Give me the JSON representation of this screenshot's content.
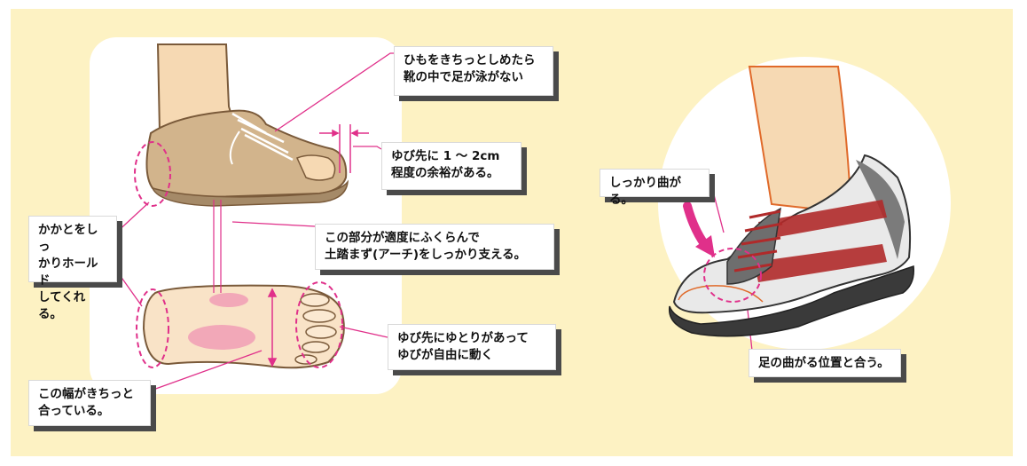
{
  "colors": {
    "background": "#fdf2c3",
    "callout_border": "#d9d9d9",
    "callout_shadow": "#4a4a4a",
    "leader_line": "#e0308a",
    "dashed_circle": "#e0308a",
    "shoe_fill": "#d2b48c",
    "stripe_red": "#b02a2a"
  },
  "callouts": {
    "lace": "ひもをきちっとしめたら\n靴の中で足が泳がない",
    "toe_space": "ゆび先に 1 ～ 2cm\n程度の余裕がある。",
    "heel": "かかとをしっ\nかりホールド\nしてくれる。",
    "arch": "この部分が適度にふくらんで\n土踏まず(アーチ)をしっかり支える。",
    "toes_free": "ゆび先にゆとりがあって\nゆびが自由に動く",
    "width": "この幅がきちっと\n合っている。",
    "bend": "しっかり曲がる。",
    "bend_position": "足の曲がる位置と合う。"
  },
  "icons": {
    "down_arrow": "down-arrow-icon"
  }
}
